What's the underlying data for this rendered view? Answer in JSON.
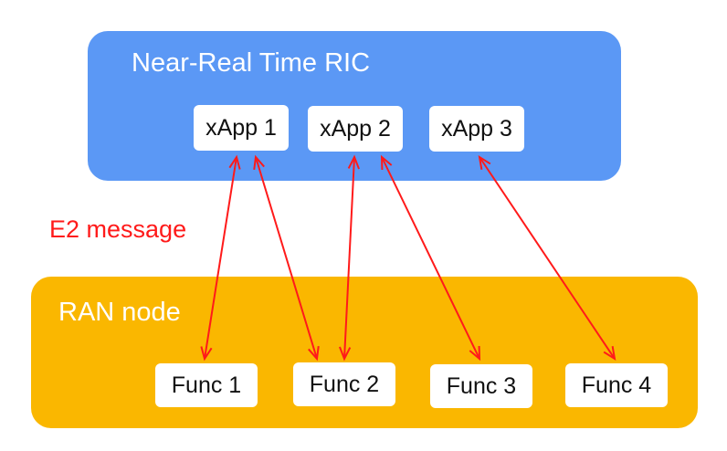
{
  "ric": {
    "title": "Near-Real  Time  RIC"
  },
  "xapps": [
    "xApp 1",
    "xApp 2",
    "xApp 3"
  ],
  "ran": {
    "title": "RAN node"
  },
  "funcs": [
    "Func 1",
    "Func 2",
    "Func 3",
    "Func 4"
  ],
  "e2_label": "E2 message",
  "colors": {
    "ric_box": "#5b98f5",
    "ran_box": "#fab700",
    "arrow": "#ff1a1a",
    "node_bg": "#ffffff"
  },
  "connections": [
    {
      "from": "xApp 1",
      "to": "Func 1"
    },
    {
      "from": "xApp 1",
      "to": "Func 2"
    },
    {
      "from": "xApp 2",
      "to": "Func 2"
    },
    {
      "from": "xApp 2",
      "to": "Func 3"
    },
    {
      "from": "xApp 3",
      "to": "Func 4"
    }
  ]
}
